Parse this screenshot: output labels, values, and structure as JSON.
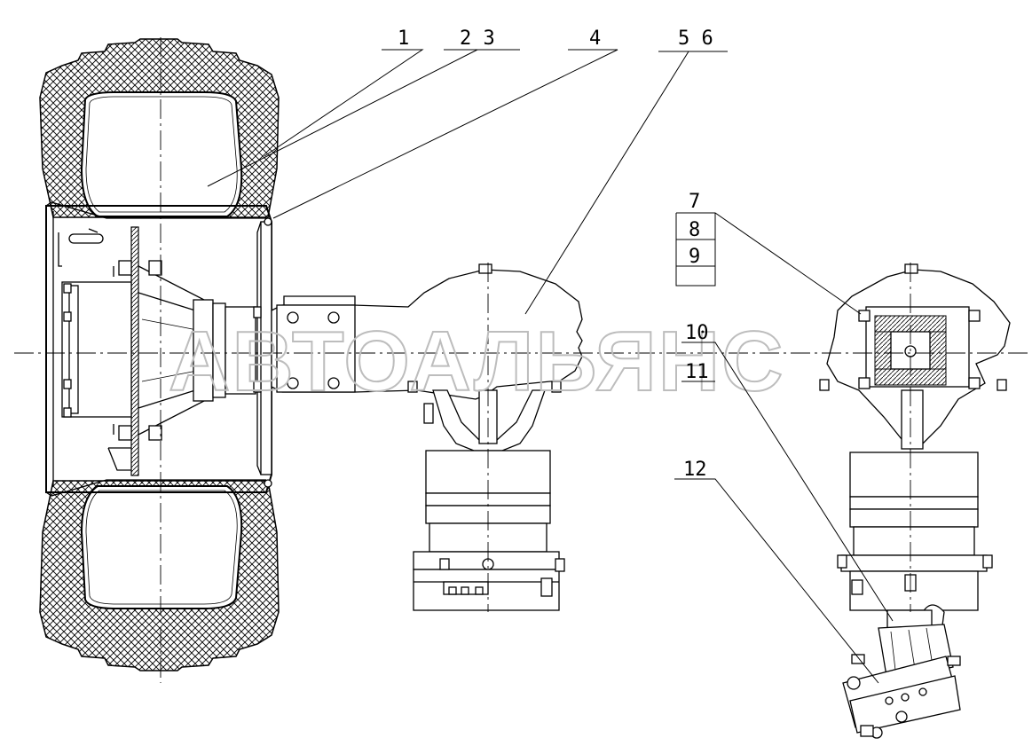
{
  "drawing": {
    "watermark": "АВТОАЛЬЯНС",
    "callouts": {
      "c1": "1",
      "c23": "2 3",
      "c4": "4",
      "c56": "5 6",
      "c7": "7",
      "c8": "8",
      "c9": "9",
      "c10": "10",
      "c11": "11",
      "c12": "12"
    }
  }
}
